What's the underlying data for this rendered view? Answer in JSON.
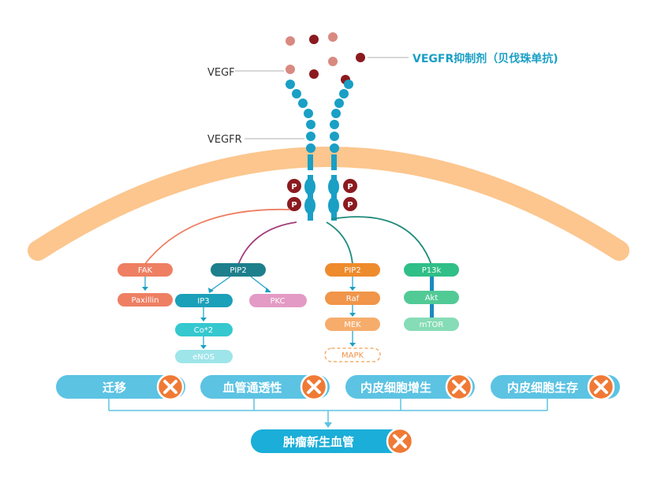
{
  "labels": {
    "vegf": "VEGF",
    "vegfr": "VEGFR",
    "inhibitor": "VEGFR抑制剂（贝伐珠单抗)",
    "phospho": "P"
  },
  "pathways": {
    "fak": {
      "items": [
        "FAK",
        "Paxillin"
      ],
      "color": "#ee7f62"
    },
    "pip2_left": {
      "items": [
        "PIP2",
        "IP3",
        "Co*2",
        "eNOS"
      ],
      "branch": "PKC",
      "colors": [
        "#1d7f8c",
        "#1aa0b8",
        "#35c8cf",
        "#9ee5ea",
        "#e39ac4"
      ]
    },
    "pip2_right": {
      "items": [
        "PIP2",
        "Raf",
        "MEK",
        "MAPK"
      ],
      "colors": [
        "#ee8b2c",
        "#f09549",
        "#f6ad6c",
        "#ffffff"
      ]
    },
    "p13k": {
      "items": [
        "P13k",
        "Akt",
        "mTOR"
      ],
      "colors": [
        "#2fbf87",
        "#52ca96",
        "#86dcb6"
      ]
    }
  },
  "outcomes": [
    "迁移",
    "血管通透性",
    "内皮细胞增生",
    "内皮细胞生存"
  ],
  "final": "肿瘤新生血管",
  "colors": {
    "membrane": "#fcc68e",
    "receptor": "#1a9fc5",
    "phospho": "#8b1a1f",
    "ligand_light": "#d98a80",
    "ligand_dark": "#8b1a1f",
    "outcome_bar": "#5cc3e3",
    "final_bar": "#1aaed8",
    "x_circle": "#f07a35",
    "inhibitor_text": "#1a9fc5"
  },
  "icons": [
    "x-circle-icon"
  ]
}
